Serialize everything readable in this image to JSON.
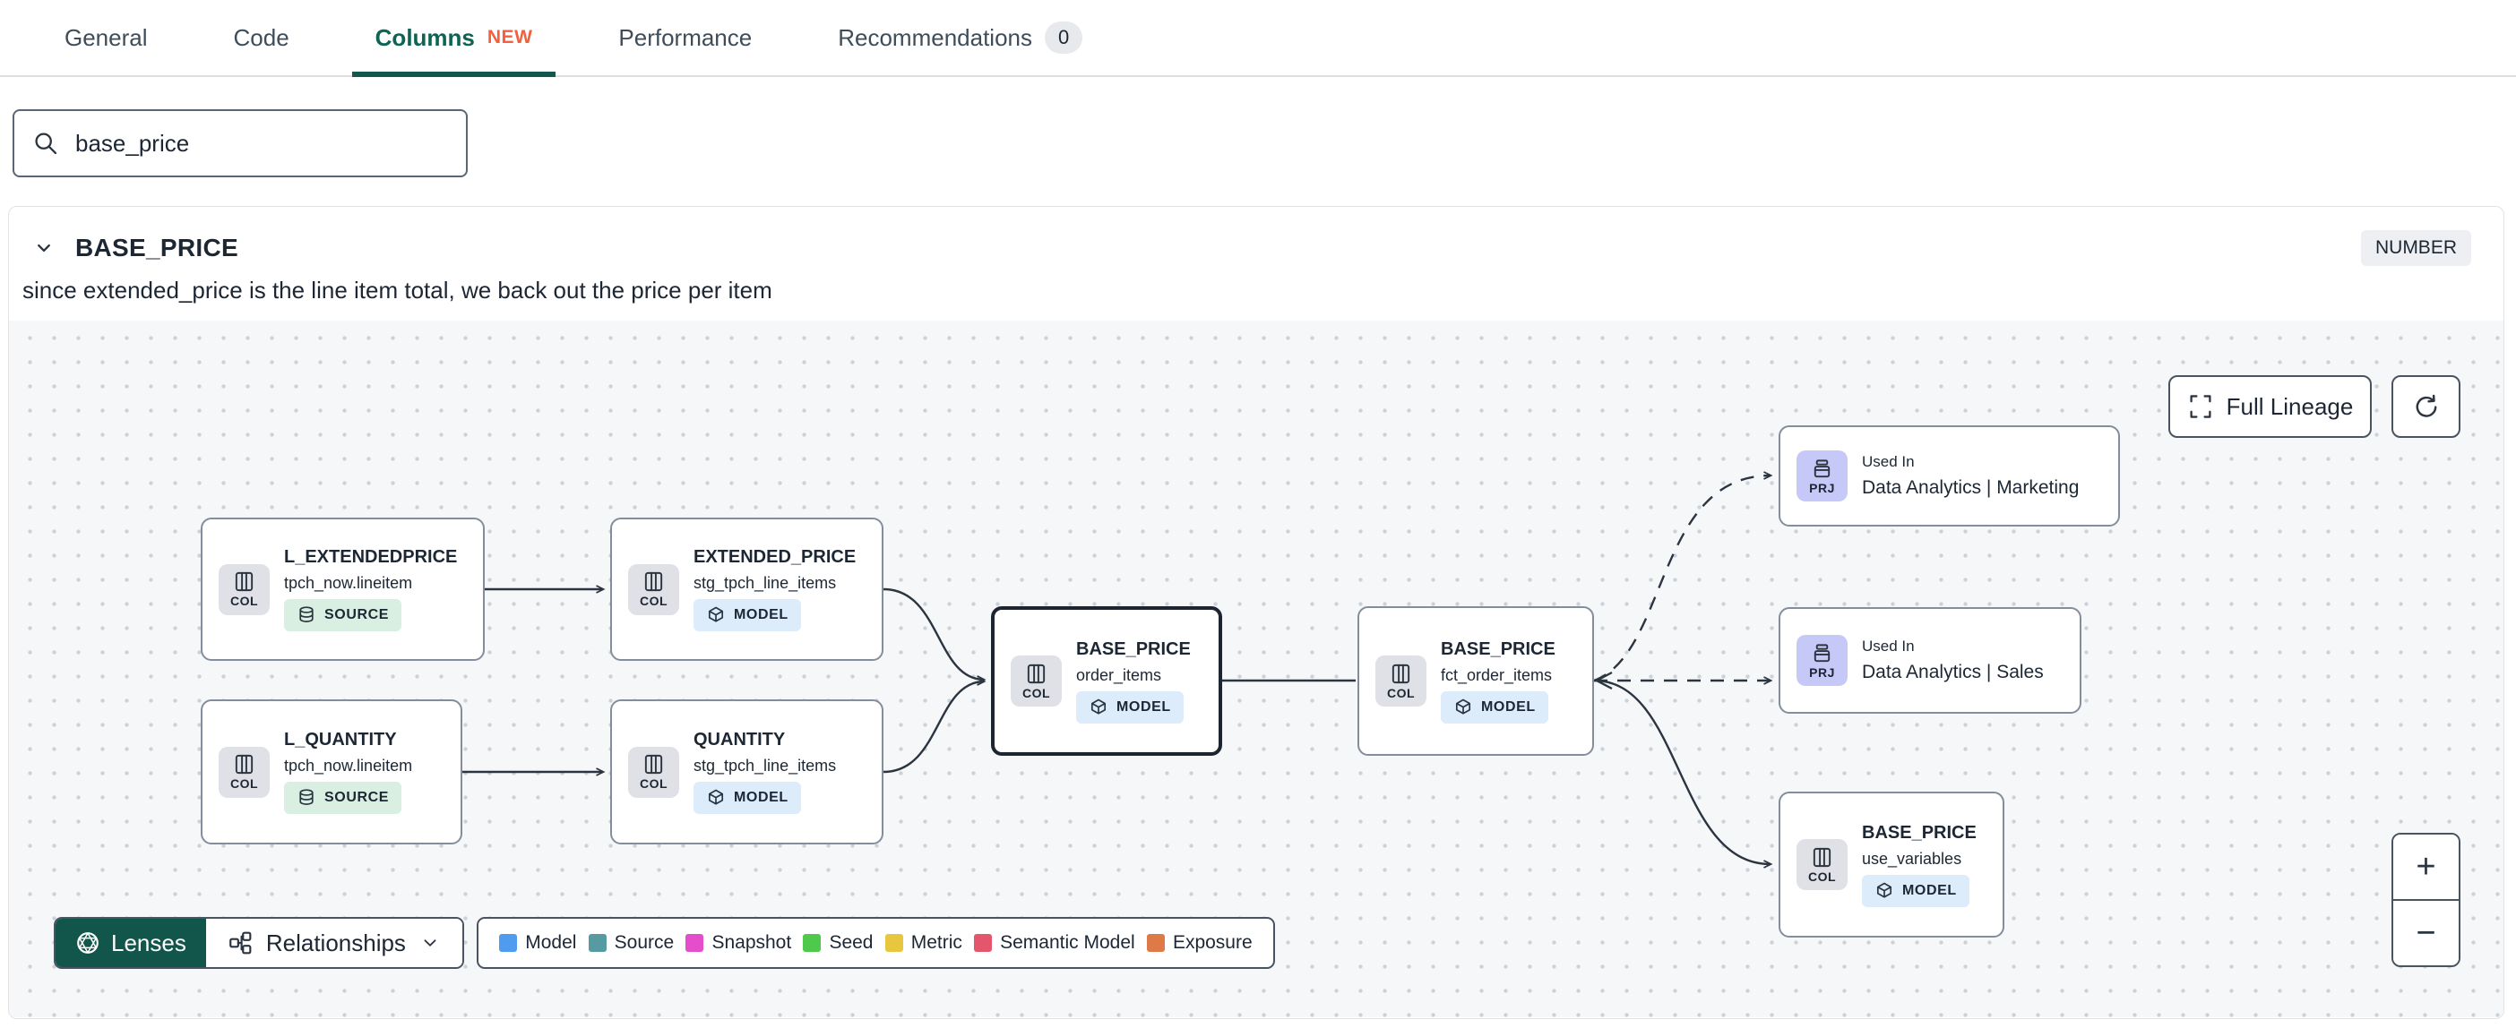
{
  "tabs": {
    "items": [
      {
        "label": "General"
      },
      {
        "label": "Code"
      },
      {
        "label": "Columns",
        "badge": "NEW"
      },
      {
        "label": "Performance"
      },
      {
        "label": "Recommendations",
        "count": "0"
      }
    ]
  },
  "search": {
    "value": "base_price"
  },
  "column_panel": {
    "name": "BASE_PRICE",
    "type": "NUMBER",
    "description": "since extended_price is the line item total, we back out the price per item"
  },
  "lineage": {
    "full_lineage_label": "Full Lineage",
    "nodes": [
      {
        "title": "L_EXTENDEDPRICE",
        "subtitle": "tpch_now.lineitem",
        "chip": "COL",
        "badge": "SOURCE"
      },
      {
        "title": "EXTENDED_PRICE",
        "subtitle": "stg_tpch_line_items",
        "chip": "COL",
        "badge": "MODEL"
      },
      {
        "title": "L_QUANTITY",
        "subtitle": "tpch_now.lineitem",
        "chip": "COL",
        "badge": "SOURCE"
      },
      {
        "title": "QUANTITY",
        "subtitle": "stg_tpch_line_items",
        "chip": "COL",
        "badge": "MODEL"
      },
      {
        "title": "BASE_PRICE",
        "subtitle": "order_items",
        "chip": "COL",
        "badge": "MODEL"
      },
      {
        "title": "BASE_PRICE",
        "subtitle": "fct_order_items",
        "chip": "COL",
        "badge": "MODEL"
      },
      {
        "chip": "PRJ",
        "label": "Used In",
        "title": "Data Analytics | Marketing"
      },
      {
        "chip": "PRJ",
        "label": "Used In",
        "title": "Data Analytics | Sales"
      },
      {
        "title": "BASE_PRICE",
        "subtitle": "use_variables",
        "chip": "COL",
        "badge": "MODEL"
      }
    ],
    "legend": [
      {
        "label": "Model",
        "color": "#4e9bf0"
      },
      {
        "label": "Source",
        "color": "#579ba2"
      },
      {
        "label": "Snapshot",
        "color": "#e44ecb"
      },
      {
        "label": "Seed",
        "color": "#4fc94b"
      },
      {
        "label": "Metric",
        "color": "#e8c63d"
      },
      {
        "label": "Semantic Model",
        "color": "#e4566b"
      },
      {
        "label": "Exposure",
        "color": "#dd7a47"
      }
    ],
    "toolbar": {
      "lenses_label": "Lenses",
      "relationships_label": "Relationships",
      "lenses_bg": "#12564b"
    },
    "zoom_controls": {
      "zoom_in": "+",
      "zoom_out": "−"
    }
  }
}
